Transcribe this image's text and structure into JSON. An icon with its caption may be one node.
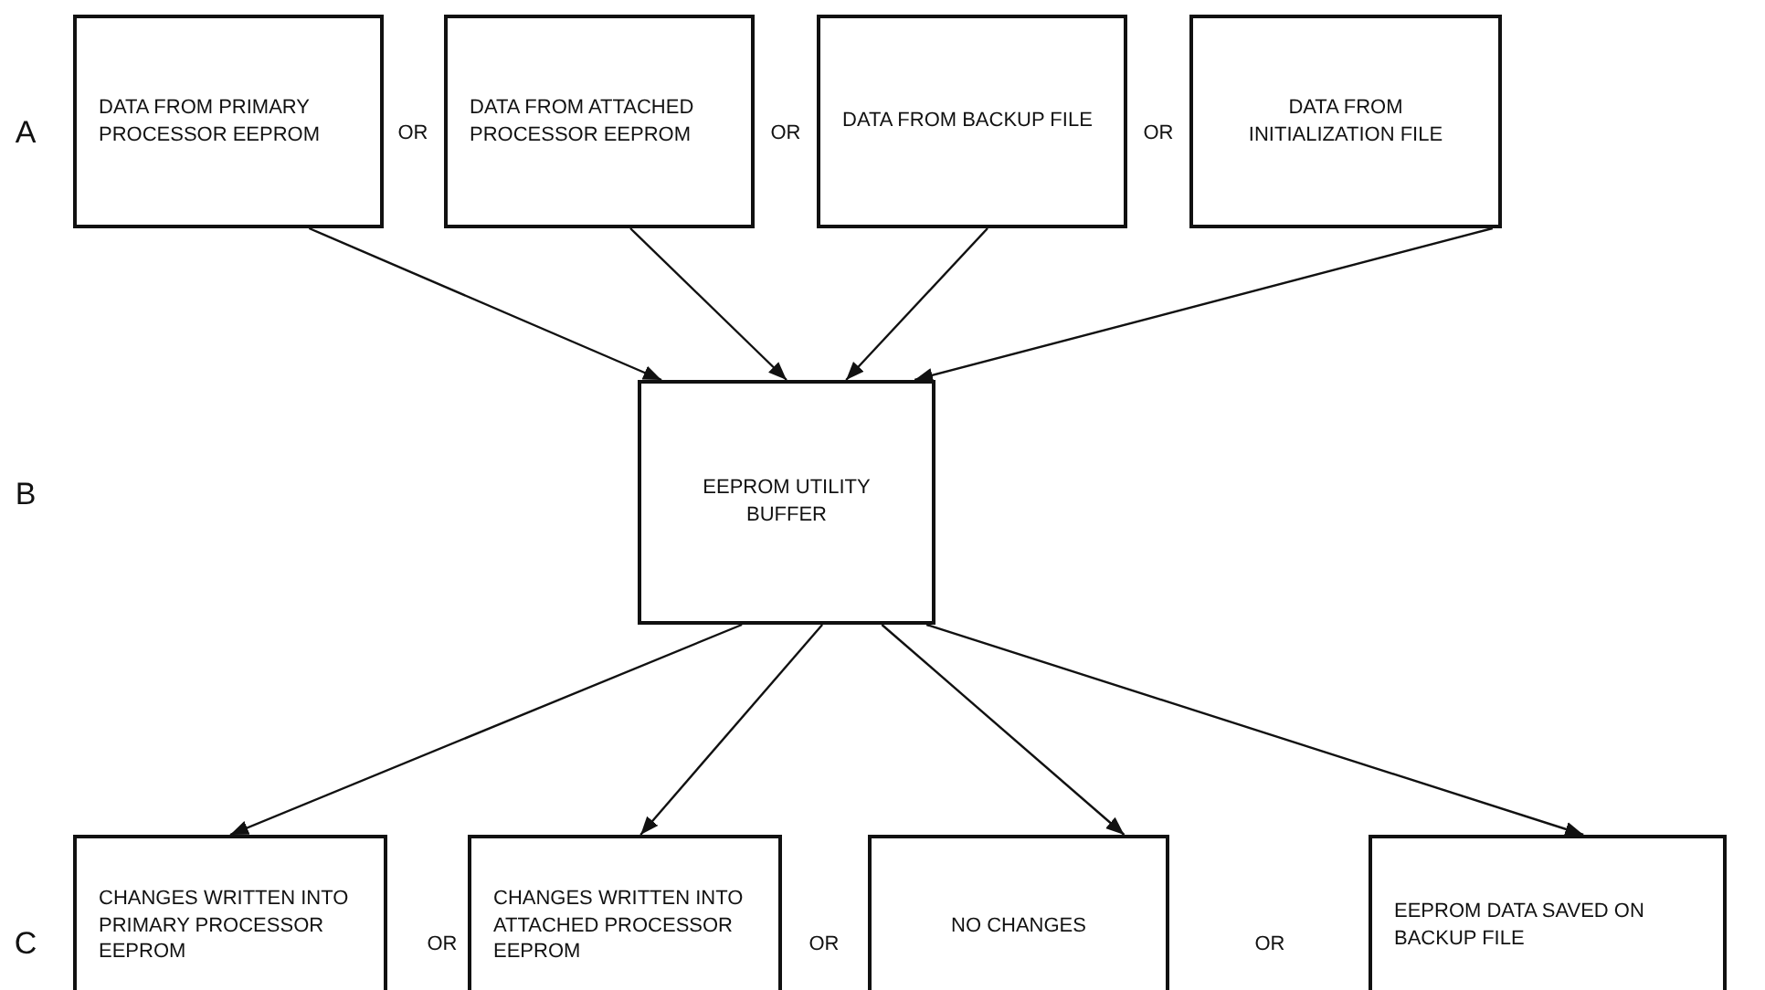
{
  "diagram": {
    "nodes": [
      {
        "text": [
          "DATA FROM PRIMARY PROCESSOR EEPROM"
        ]
      },
      {
        "text": [
          "DATA FROM ATTACHED PROCESSOR EEPROM"
        ]
      },
      {
        "text": [
          "DATA FROM BACKUP FILE"
        ]
      },
      {
        "text": [
          "DATA FROM INITIALIZATION FILE"
        ]
      },
      {
        "text": [
          "EEPROM UTILITY BUFFER"
        ]
      },
      {
        "text": [
          "CHANGES WRITTEN INTO PRIMARY PROCESSOR EEPROM"
        ]
      },
      {
        "text": [
          "CHANGES WRITTEN INTO ATTACHED PROCESSOR EEPROM"
        ]
      },
      {
        "text": [
          "NO CHANGES"
        ]
      },
      {
        "text": [
          "EEPROM DATA SAVED ON BACKUP FILE"
        ]
      }
    ],
    "edges": [
      {
        "from": 0,
        "to": 4,
        "arrow": "to"
      },
      {
        "from": 1,
        "to": 4,
        "arrow": "to"
      },
      {
        "from": 2,
        "to": 4,
        "arrow": "to"
      },
      {
        "from": 3,
        "to": 4,
        "arrow": "to"
      },
      {
        "from": 4,
        "to": 5,
        "arrow": "to"
      },
      {
        "from": 4,
        "to": 6,
        "arrow": "to"
      },
      {
        "from": 4,
        "to": 7,
        "arrow": "to"
      },
      {
        "from": 4,
        "to": 8,
        "arrow": "to"
      }
    ],
    "labels": [
      "A",
      "OR",
      "OR",
      "OR",
      "B",
      "C",
      "OR",
      "OR",
      "OR"
    ]
  }
}
